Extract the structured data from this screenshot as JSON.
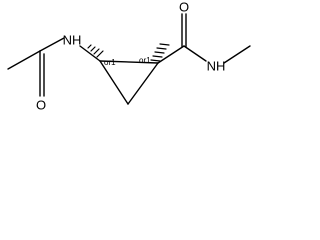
{
  "molecule": {
    "atoms": {
      "nh_left": "NH",
      "o_left": "O",
      "o_right": "O",
      "nh_right": "NH"
    },
    "stereo": {
      "left": "or1",
      "right": "or1"
    }
  }
}
